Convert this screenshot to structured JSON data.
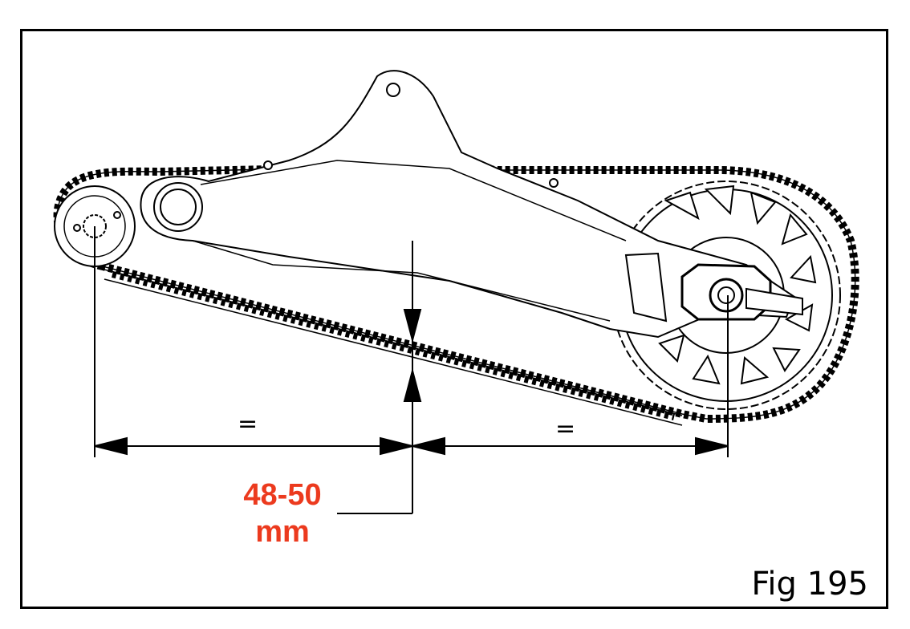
{
  "diagram": {
    "equal_left": "=",
    "equal_right": "=",
    "measurement_value": "48-50",
    "measurement_unit": "mm",
    "figure_label": "Fig 195"
  },
  "colors": {
    "measurement": "#ec3a1e",
    "line": "#000000",
    "background": "#ffffff"
  }
}
